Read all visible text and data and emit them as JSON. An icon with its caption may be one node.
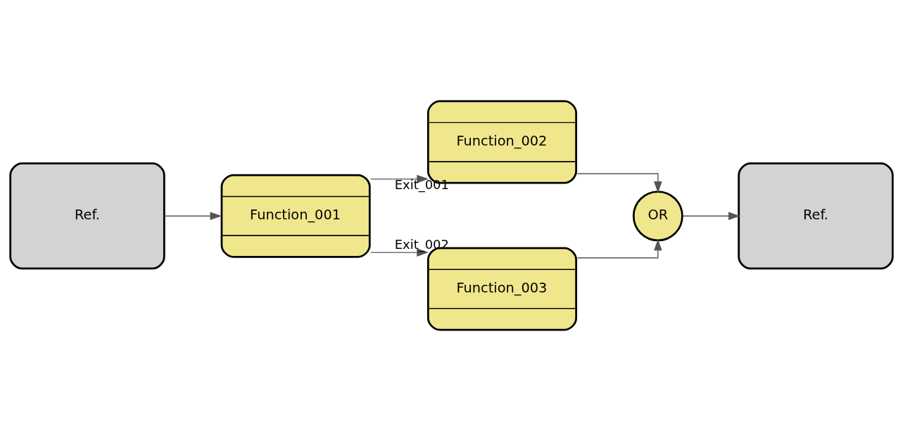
{
  "diagram": {
    "nodes": [
      {
        "text": [
          "Ref."
        ]
      },
      {
        "text": [
          "Function_001"
        ]
      },
      {
        "text": [
          "Function_002"
        ]
      },
      {
        "text": [
          "Function_003"
        ]
      },
      {
        "text": [
          "OR"
        ]
      },
      {
        "text": [
          "Ref."
        ]
      }
    ],
    "edges": [
      {
        "from": 0,
        "to": 1,
        "arrow": "to"
      },
      {
        "from": 1,
        "to": 2,
        "arrow": "to",
        "label": "Exit_001"
      },
      {
        "from": 1,
        "to": 3,
        "arrow": "to",
        "label": "Exit_002"
      },
      {
        "from": 2,
        "to": 4,
        "arrow": "to"
      },
      {
        "from": 3,
        "to": 4,
        "arrow": "to"
      },
      {
        "from": 4,
        "to": 5,
        "arrow": "to"
      }
    ]
  }
}
